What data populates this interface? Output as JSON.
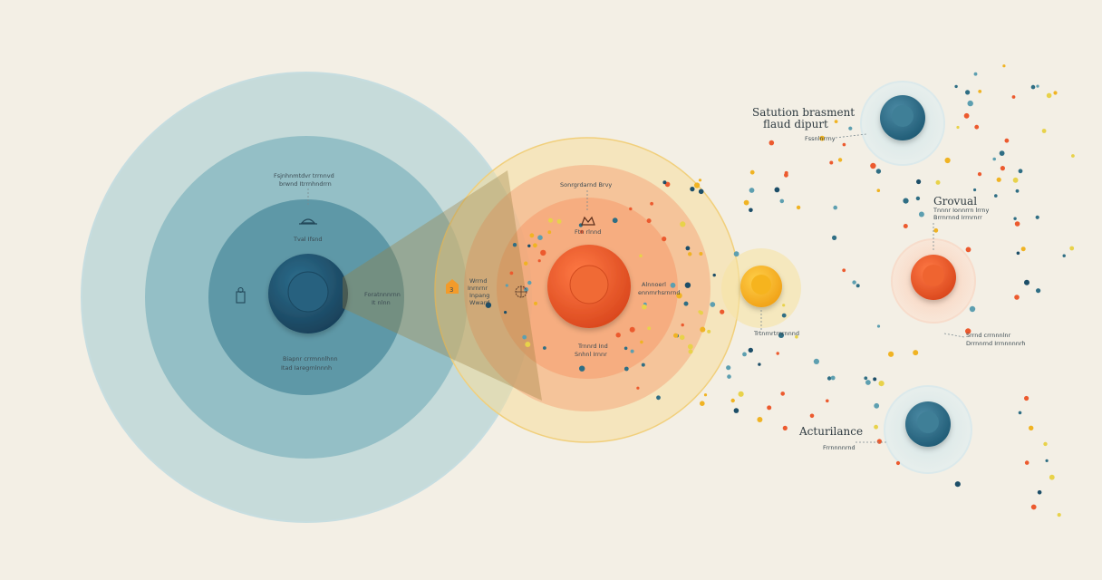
{
  "palette": {
    "background": "#f3efe5",
    "teal_outer": "#9fc5cc",
    "teal_mid": "#6ea6b2",
    "teal_inner": "#3f7f92",
    "teal_core": "#1f5673",
    "orange_outer": "#f7d79a",
    "orange_mid": "#f3a77a",
    "orange_inner": "#f07c4e",
    "orange_core": "#ee5a2a",
    "yellow_core": "#f5b523",
    "dot_colors": [
      "#2f6e84",
      "#f0b323",
      "#ec5a2e",
      "#5d9fb0",
      "#e8d24a",
      "#1c4e68"
    ]
  },
  "left_cluster": {
    "top_label_l1": "Fsjnhnmtdvr trrnnvd",
    "top_label_l2": "brwnd Itrrnhndrrn",
    "icon_top": "hat-icon",
    "icon_top_caption": "Tval Ifsnd",
    "icon_left": "person-icon",
    "right_label_l1": "Foratnnnrnn",
    "right_label_l2": "It nlnn",
    "bottom_label_l1": "Biapnr crrmnnlhnn",
    "bottom_label_l2": "Itad Iaregrnlnnnh"
  },
  "bridge": {
    "marker_label": "3",
    "label_l1": "Wrrnd",
    "label_l2": "Inrnrnr",
    "label_l3": "Inpang",
    "label_l4": "Wward",
    "icon": "scribble-icon"
  },
  "orange_cluster": {
    "top_label": "Sonrgrdarnd Brvy",
    "icon": "crown-icon",
    "icon_caption": "Ftn rlnnd",
    "right_label_l1": "Alnnoerl",
    "right_label_l2": "ennrnrhsrnrnd",
    "bottom_label_l1": "Trnnrd Ind",
    "bottom_label_l2": "Snhnl Irnnr"
  },
  "yellow_node": {
    "caption": "Trtnrnrtrnrnnnd"
  },
  "right_nodes": [
    {
      "title_l1": "Satution brasment",
      "title_l2": "flaud dipurt",
      "sub": "Fssnlnrrny"
    },
    {
      "title": "Grovual",
      "sub_l1": "Tnnnr Ionnrrn lrrny",
      "sub_l2": "Brrnrnnd Irrnrnrr",
      "bottom_l1": "Srrnd crrnnnlnr",
      "bottom_l2": "Drrnnrnd Irrnnnnnrh"
    },
    {
      "title": "Acturilance",
      "sub": "Frrnnnnrnd"
    }
  ]
}
